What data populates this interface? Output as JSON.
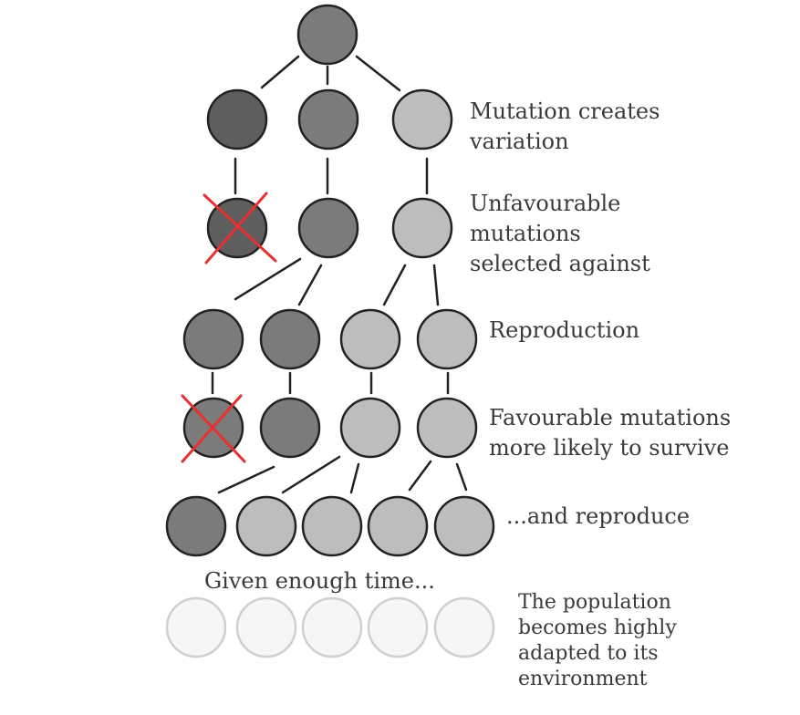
{
  "labels": {
    "mutation": [
      "Mutation creates",
      "variation"
    ],
    "unfavourable": [
      "Unfavourable",
      "mutations",
      "selected against"
    ],
    "reproduction": [
      "Reproduction"
    ],
    "favourable": [
      "Favourable mutations",
      "more likely to survive"
    ],
    "and_reproduce": [
      "...and reproduce"
    ],
    "given_time": "Given enough time...",
    "adapted": [
      "The population",
      "becomes highly",
      "adapted to its",
      "environment"
    ]
  },
  "colors": {
    "dark": "#5e5e5e",
    "medium": "#7b7b7b",
    "light": "#bdbdbd",
    "faded": "#f6f6f6",
    "cross": "#e83030",
    "stroke": "#222222"
  }
}
